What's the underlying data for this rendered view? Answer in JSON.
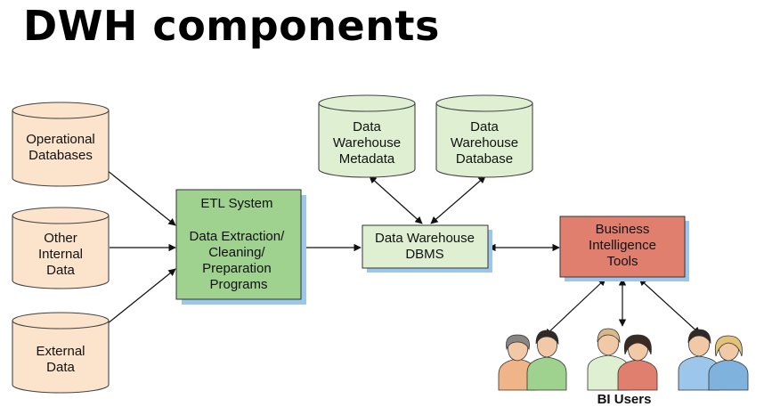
{
  "title": "DWH components",
  "sources": [
    {
      "lines": [
        "Operational",
        "Databases"
      ]
    },
    {
      "lines": [
        "Other",
        "Internal",
        "Data"
      ]
    },
    {
      "lines": [
        "External",
        "Data"
      ]
    }
  ],
  "etl": {
    "heading": "ETL System",
    "lines": [
      "Data Extraction/",
      "Cleaning/",
      "Preparation",
      "Programs"
    ]
  },
  "metadata": {
    "lines": [
      "Data",
      "Warehouse",
      "Metadata"
    ]
  },
  "database": {
    "lines": [
      "Data",
      "Warehouse",
      "Database"
    ]
  },
  "dbms": {
    "lines": [
      "Data Warehouse",
      "DBMS"
    ]
  },
  "bi": {
    "lines": [
      "Business",
      "Intelligence",
      "Tools"
    ]
  },
  "users_label": "BI Users",
  "colors": {
    "source_fill": "#fbe3cc",
    "db_fill": "#dff0d2",
    "etl_fill": "#9fd18f",
    "dbms_fill": "#dff0d2",
    "bi_fill": "#e07f6e",
    "shadow": "#9cc6ea"
  }
}
